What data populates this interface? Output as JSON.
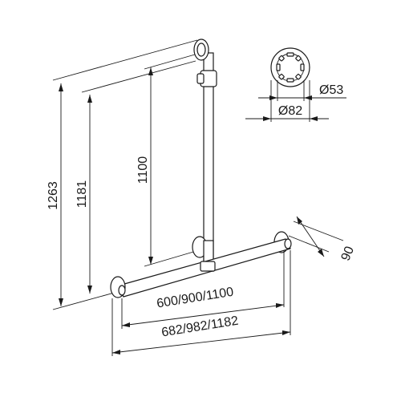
{
  "drawing": {
    "dimensions": {
      "total_height": "1263",
      "mid_height": "1181",
      "riser_height": "1100",
      "bar_length_inner": "600/900/1100",
      "bar_length_outer": "682/982/1182",
      "depth": "90",
      "rosette_outer": "Ø82",
      "rosette_inner": "Ø53"
    },
    "colors": {
      "line": "#1a1a1a",
      "background": "#ffffff"
    }
  }
}
